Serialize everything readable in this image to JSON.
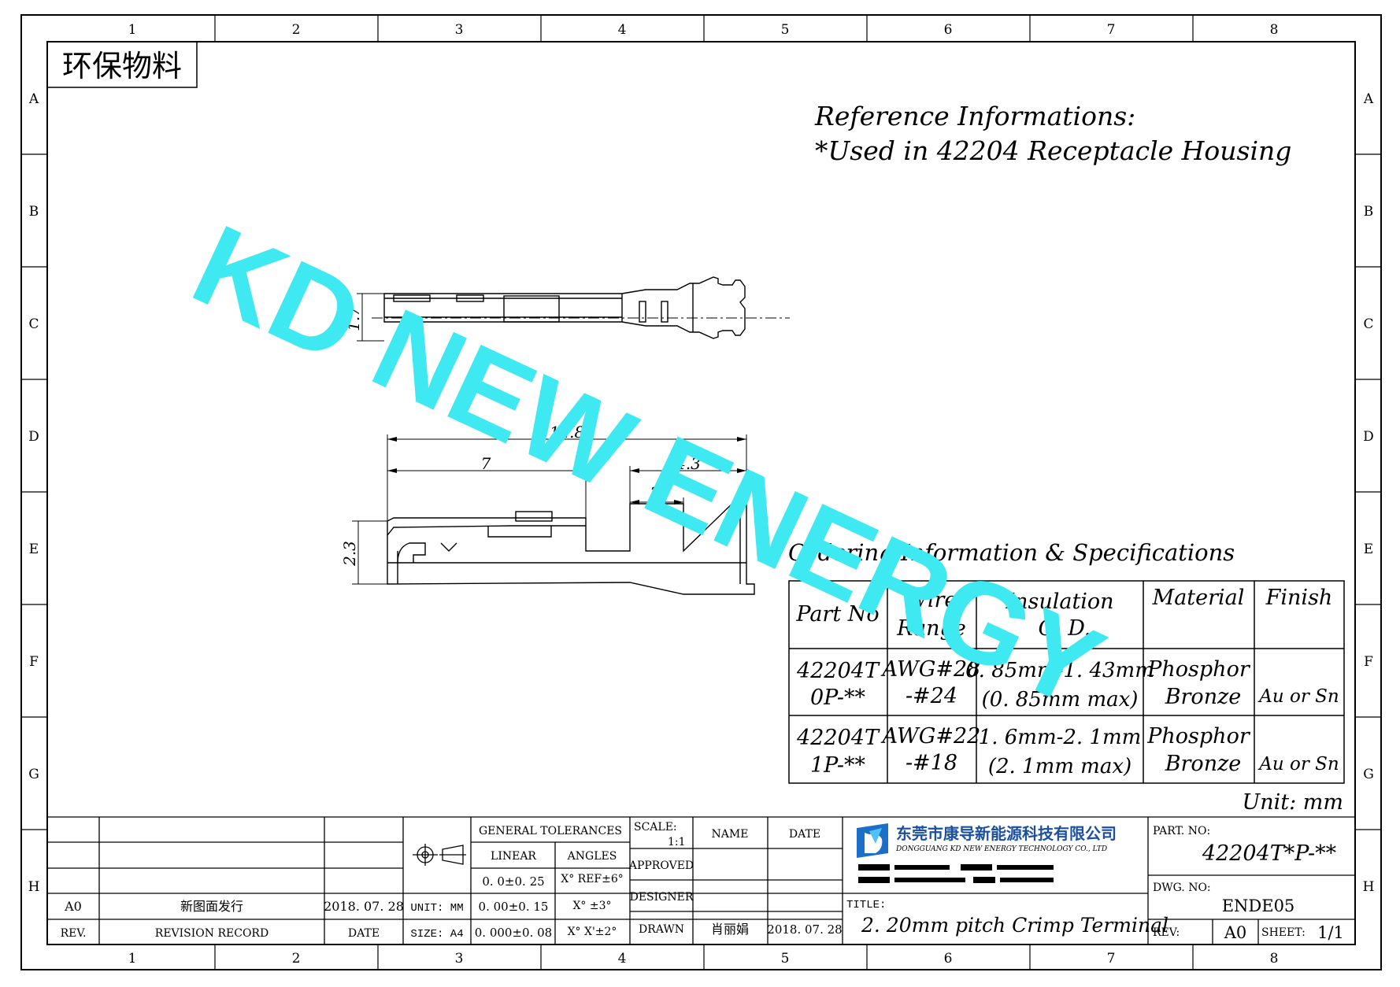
{
  "frame": {
    "columns": [
      "1",
      "2",
      "3",
      "4",
      "5",
      "6",
      "7",
      "8"
    ],
    "rows": [
      "A",
      "B",
      "C",
      "D",
      "E",
      "F",
      "G",
      "H"
    ]
  },
  "eco_tag": "环保物料",
  "reference": {
    "line1": "Reference Informations:",
    "line2": "*Used in 42204  Receptacle  Housing"
  },
  "watermark": "KD NEW ENERGY",
  "dimensions": {
    "height_top": "1.7",
    "overall_length": "12.8",
    "front_length": "7",
    "crimp_length": "4.3",
    "crimp_inner": "2",
    "height_side": "2.3"
  },
  "ordering": {
    "title": "Ordering Information & Specifications",
    "headers": {
      "part_no": "Part No",
      "wire_range_1": "Wire",
      "wire_range_2": "Range",
      "insulation_1": "Insulation",
      "insulation_2": "O. D.",
      "material": "Material",
      "finish": "Finish"
    },
    "rows": [
      {
        "part_1": "42204T",
        "part_2": "0P-**",
        "wire_1": "AWG#28",
        "wire_2": "-#24",
        "ins_1": "0. 85mm-1. 43mm",
        "ins_2": "(0. 85mm max)",
        "mat_1": "Phosphor",
        "mat_2": "Bronze",
        "finish": "Au or Sn"
      },
      {
        "part_1": "42204T",
        "part_2": "1P-**",
        "wire_1": "AWG#22",
        "wire_2": "-#18",
        "ins_1": "1. 6mm-2. 1mm",
        "ins_2": "(2. 1mm max)",
        "mat_1": "Phosphor",
        "mat_2": "Bronze",
        "finish": "Au or Sn"
      }
    ],
    "unit": "Unit:  mm"
  },
  "title_block": {
    "revision": {
      "rev": "A0",
      "record": "新图面发行",
      "date": "2018. 07. 28",
      "rev_label": "REV.",
      "record_label": "REVISION RECORD",
      "date_label": "DATE"
    },
    "unit_label": "UNIT:  MM",
    "size_label": "SIZE:  A4",
    "tolerances": {
      "title": "GENERAL  TOLERANCES",
      "linear_label": "LINEAR",
      "angles_label": "ANGLES",
      "linear": [
        "0. 0±0. 25",
        "0. 00±0. 15",
        "0. 000±0. 08"
      ],
      "angles": [
        "X° REF±6°",
        "X°  ±3°",
        "X°  X'±2°"
      ]
    },
    "scale_label": "SCALE:",
    "scale_value": "1:1",
    "name_label": "NAME",
    "date_label": "DATE",
    "approved_label": "APPROVED",
    "designer_label": "DESIGNER",
    "drawn_label": "DRAWN",
    "drawn_name": "肖丽娟",
    "drawn_date": "2018. 07. 28",
    "company_cn": "东莞市康导新能源科技有限公司",
    "company_en": "DONGGUANG KD NEW ENERGY TECHNOLOGY CO., LTD",
    "title_label": "TITLE:",
    "title": "2. 20mm pitch Crimp Terminal",
    "part_no_label": "PART. NO:",
    "part_no": "42204T*P-**",
    "dwg_no_label": "DWG. NO:",
    "dwg_no": "ENDE05",
    "rev_label": "REV:",
    "rev_value": "A0",
    "sheet_label": "SHEET:",
    "sheet_value": "1/1"
  }
}
